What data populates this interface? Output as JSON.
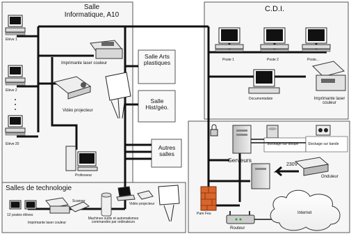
{
  "rooms": {
    "info_room": "Salle\nInformatique, A10",
    "cdi": "C.D.I.",
    "arts": "Salle Arts\nplastiques",
    "hist": "Salle\nHist/géo.",
    "autres": "Autres\nsalles",
    "techno": "Salles de technologie"
  },
  "devices": {
    "eleve1": "Elève 1",
    "eleve2": "Elève 2",
    "eleve20": "Elève 20",
    "imprimante_info": "Imprimante laser couleur",
    "video_info": "Vidéo projecteur",
    "professeur": "Professeur",
    "poste1": "Poste 1",
    "poste2": "Poste 2",
    "poste3": "Poste...",
    "documentaliste": "Documentaliste",
    "imprimante_cdi": "Imprimante laser\ncouleur",
    "serveurs": "Serveurs",
    "stockage_disque": "Stockage sur disque",
    "stockage_bande": "Stockage sur bande",
    "onduleur": "Onduleur",
    "v230": "230V",
    "pare_feu": "Pare Feu",
    "routeur": "Routeur",
    "internet": "Internet",
    "postes12": "12 postes élèves",
    "imprimante_techno": "Imprimante laser couleur",
    "scanner": "Scanner",
    "machines": "Machines outils et automatismes\ncommandés par ordinateurs",
    "video_techno": "Vidéo projecteur"
  },
  "colors": {
    "cable": "#111111",
    "room_border": "#555555",
    "room_fill": "#f4f4f4",
    "screen": "#111111",
    "firewall": "#d9652b"
  }
}
